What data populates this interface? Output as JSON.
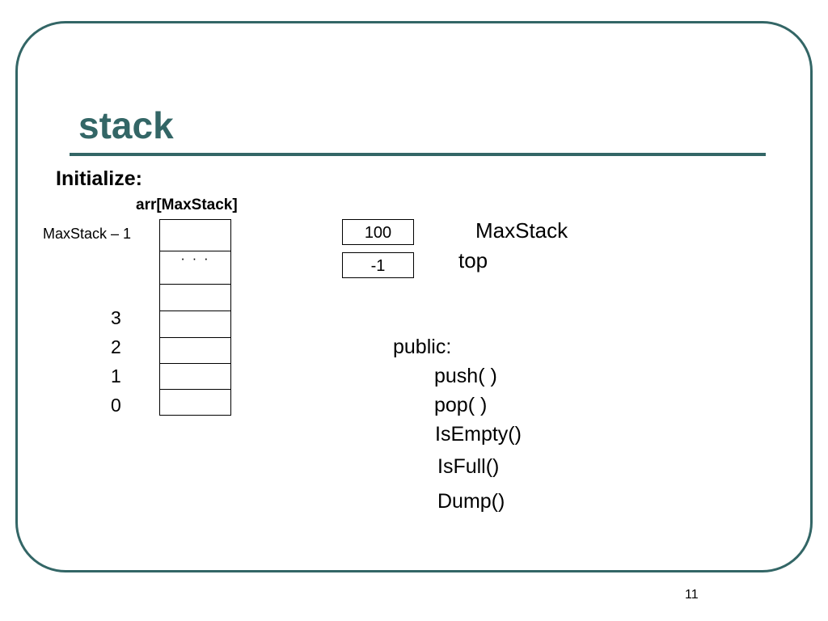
{
  "slide": {
    "title": "stack",
    "initialize_label": "Initialize:",
    "array_label": "arr[MaxStack]",
    "index_labels": {
      "max_minus_one": "MaxStack – 1",
      "ellipsis": "· · ·",
      "i3": "3",
      "i2": "2",
      "i1": "1",
      "i0": "0"
    },
    "fields": [
      {
        "value": "100",
        "name": "MaxStack"
      },
      {
        "value": "-1",
        "name": "top"
      }
    ],
    "public_label": "public:",
    "methods": [
      "push( )",
      "pop( )",
      "IsEmpty()",
      "IsFull()",
      "Dump()"
    ],
    "page_number": "11"
  },
  "colors": {
    "accent": "#336666"
  }
}
